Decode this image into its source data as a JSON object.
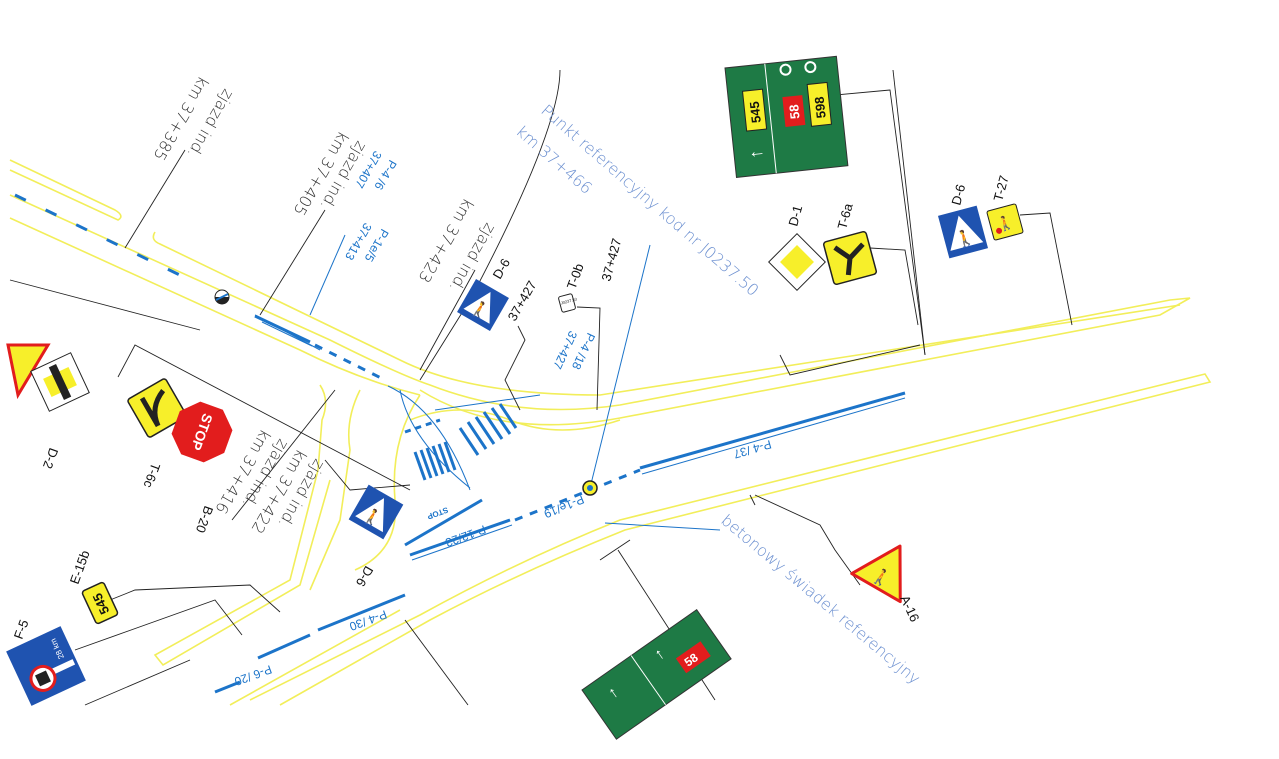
{
  "colors": {
    "road_edge": "#f2ee5a",
    "marking": "#1c74c9",
    "sign_blue": "#1f53b0",
    "sign_yellow": "#f7ef2a",
    "sign_red": "#e21d1d",
    "guide_green": "#1e7a45",
    "reference_text": "#6b8fd0"
  },
  "driveways": [
    {
      "km": "km 37+385",
      "label": "zjazd ind."
    },
    {
      "km": "km 37+405",
      "label": "zjazd ind."
    },
    {
      "km": "km 37+423",
      "label": "zjazd ind."
    },
    {
      "km": "km 37+416",
      "label": "zjazd ind."
    },
    {
      "km": "km 37+422",
      "label": "zjazd ind."
    }
  ],
  "markings": [
    {
      "code": "P-4 /6",
      "km": "37+407"
    },
    {
      "code": "P-1e/5",
      "km": "37+413"
    },
    {
      "code": "P-4 /18",
      "km": "37+427"
    },
    {
      "code": "P-4 /37"
    },
    {
      "code": "P-1e/19"
    },
    {
      "code": "P-12/23"
    },
    {
      "code": "P-4 /30"
    },
    {
      "code": "P-6 /20"
    },
    {
      "code": "STOP"
    }
  ],
  "signs": [
    {
      "code": "D-6",
      "km": "37+427"
    },
    {
      "code": "T-0b",
      "km": "37+427",
      "plate": "J0237.50"
    },
    {
      "code": "D-1"
    },
    {
      "code": "T-6a"
    },
    {
      "code": "D-6"
    },
    {
      "code": "T-27"
    },
    {
      "code": "A-16"
    },
    {
      "code": "D-6"
    },
    {
      "code": "B-20",
      "text": "STOP"
    },
    {
      "code": "T-6c"
    },
    {
      "code": "D-2"
    },
    {
      "code": "E-15b",
      "text": "545"
    },
    {
      "code": "F-5",
      "text": "28 km"
    }
  ],
  "guide_sign_top": {
    "routes": [
      "545",
      "58",
      "598"
    ]
  },
  "guide_sign_bottom": {
    "routes": [
      "58"
    ]
  },
  "reference_point": {
    "title": "Punkt referencyjny kod nr J0237.50",
    "km": "km 37+466"
  },
  "witness": {
    "label": "betonowy świadek referencyjny"
  }
}
